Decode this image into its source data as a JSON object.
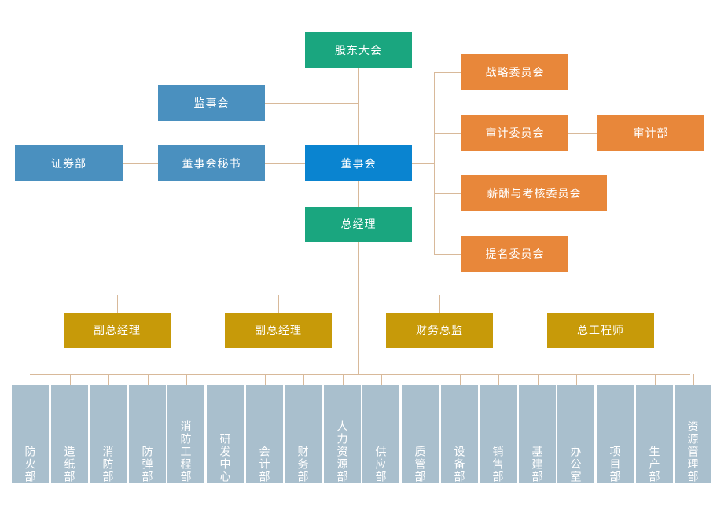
{
  "chart_title": "",
  "colors": {
    "shareholders": "#1aa67f",
    "supervisory": "#4a90bf",
    "board": "#0a84d0",
    "committee": "#e8873a",
    "executive": "#c79a09",
    "department": "#a9bfcd",
    "connector": "#d8b99a",
    "background": "#ffffff"
  },
  "nodes": {
    "shareholders_meeting": "股东大会",
    "supervisory_board": "监事会",
    "securities_dept": "证券部",
    "board_secretary": "董事会秘书",
    "board_of_directors": "董事会",
    "general_manager": "总经理",
    "strategy_committee": "战略委员会",
    "audit_committee": "审计委员会",
    "audit_dept": "审计部",
    "remuneration_committee": "薪酬与考核委员会",
    "nomination_committee": "提名委员会"
  },
  "executives": [
    {
      "label": "副总经理"
    },
    {
      "label": "副总经理"
    },
    {
      "label": "财务总监"
    },
    {
      "label": "总工程师"
    }
  ],
  "departments": [
    {
      "label": "防火部"
    },
    {
      "label": "造纸部"
    },
    {
      "label": "消防部"
    },
    {
      "label": "防弹部"
    },
    {
      "label": "消防工程部"
    },
    {
      "label": "研发中心"
    },
    {
      "label": "会计部"
    },
    {
      "label": "财务部"
    },
    {
      "label": "人力资源部"
    },
    {
      "label": "供应部"
    },
    {
      "label": "质管部"
    },
    {
      "label": "设备部"
    },
    {
      "label": "销售部"
    },
    {
      "label": "基建部"
    },
    {
      "label": "办公室"
    },
    {
      "label": "项目部"
    },
    {
      "label": "生产部"
    },
    {
      "label": "资源管理部"
    }
  ]
}
